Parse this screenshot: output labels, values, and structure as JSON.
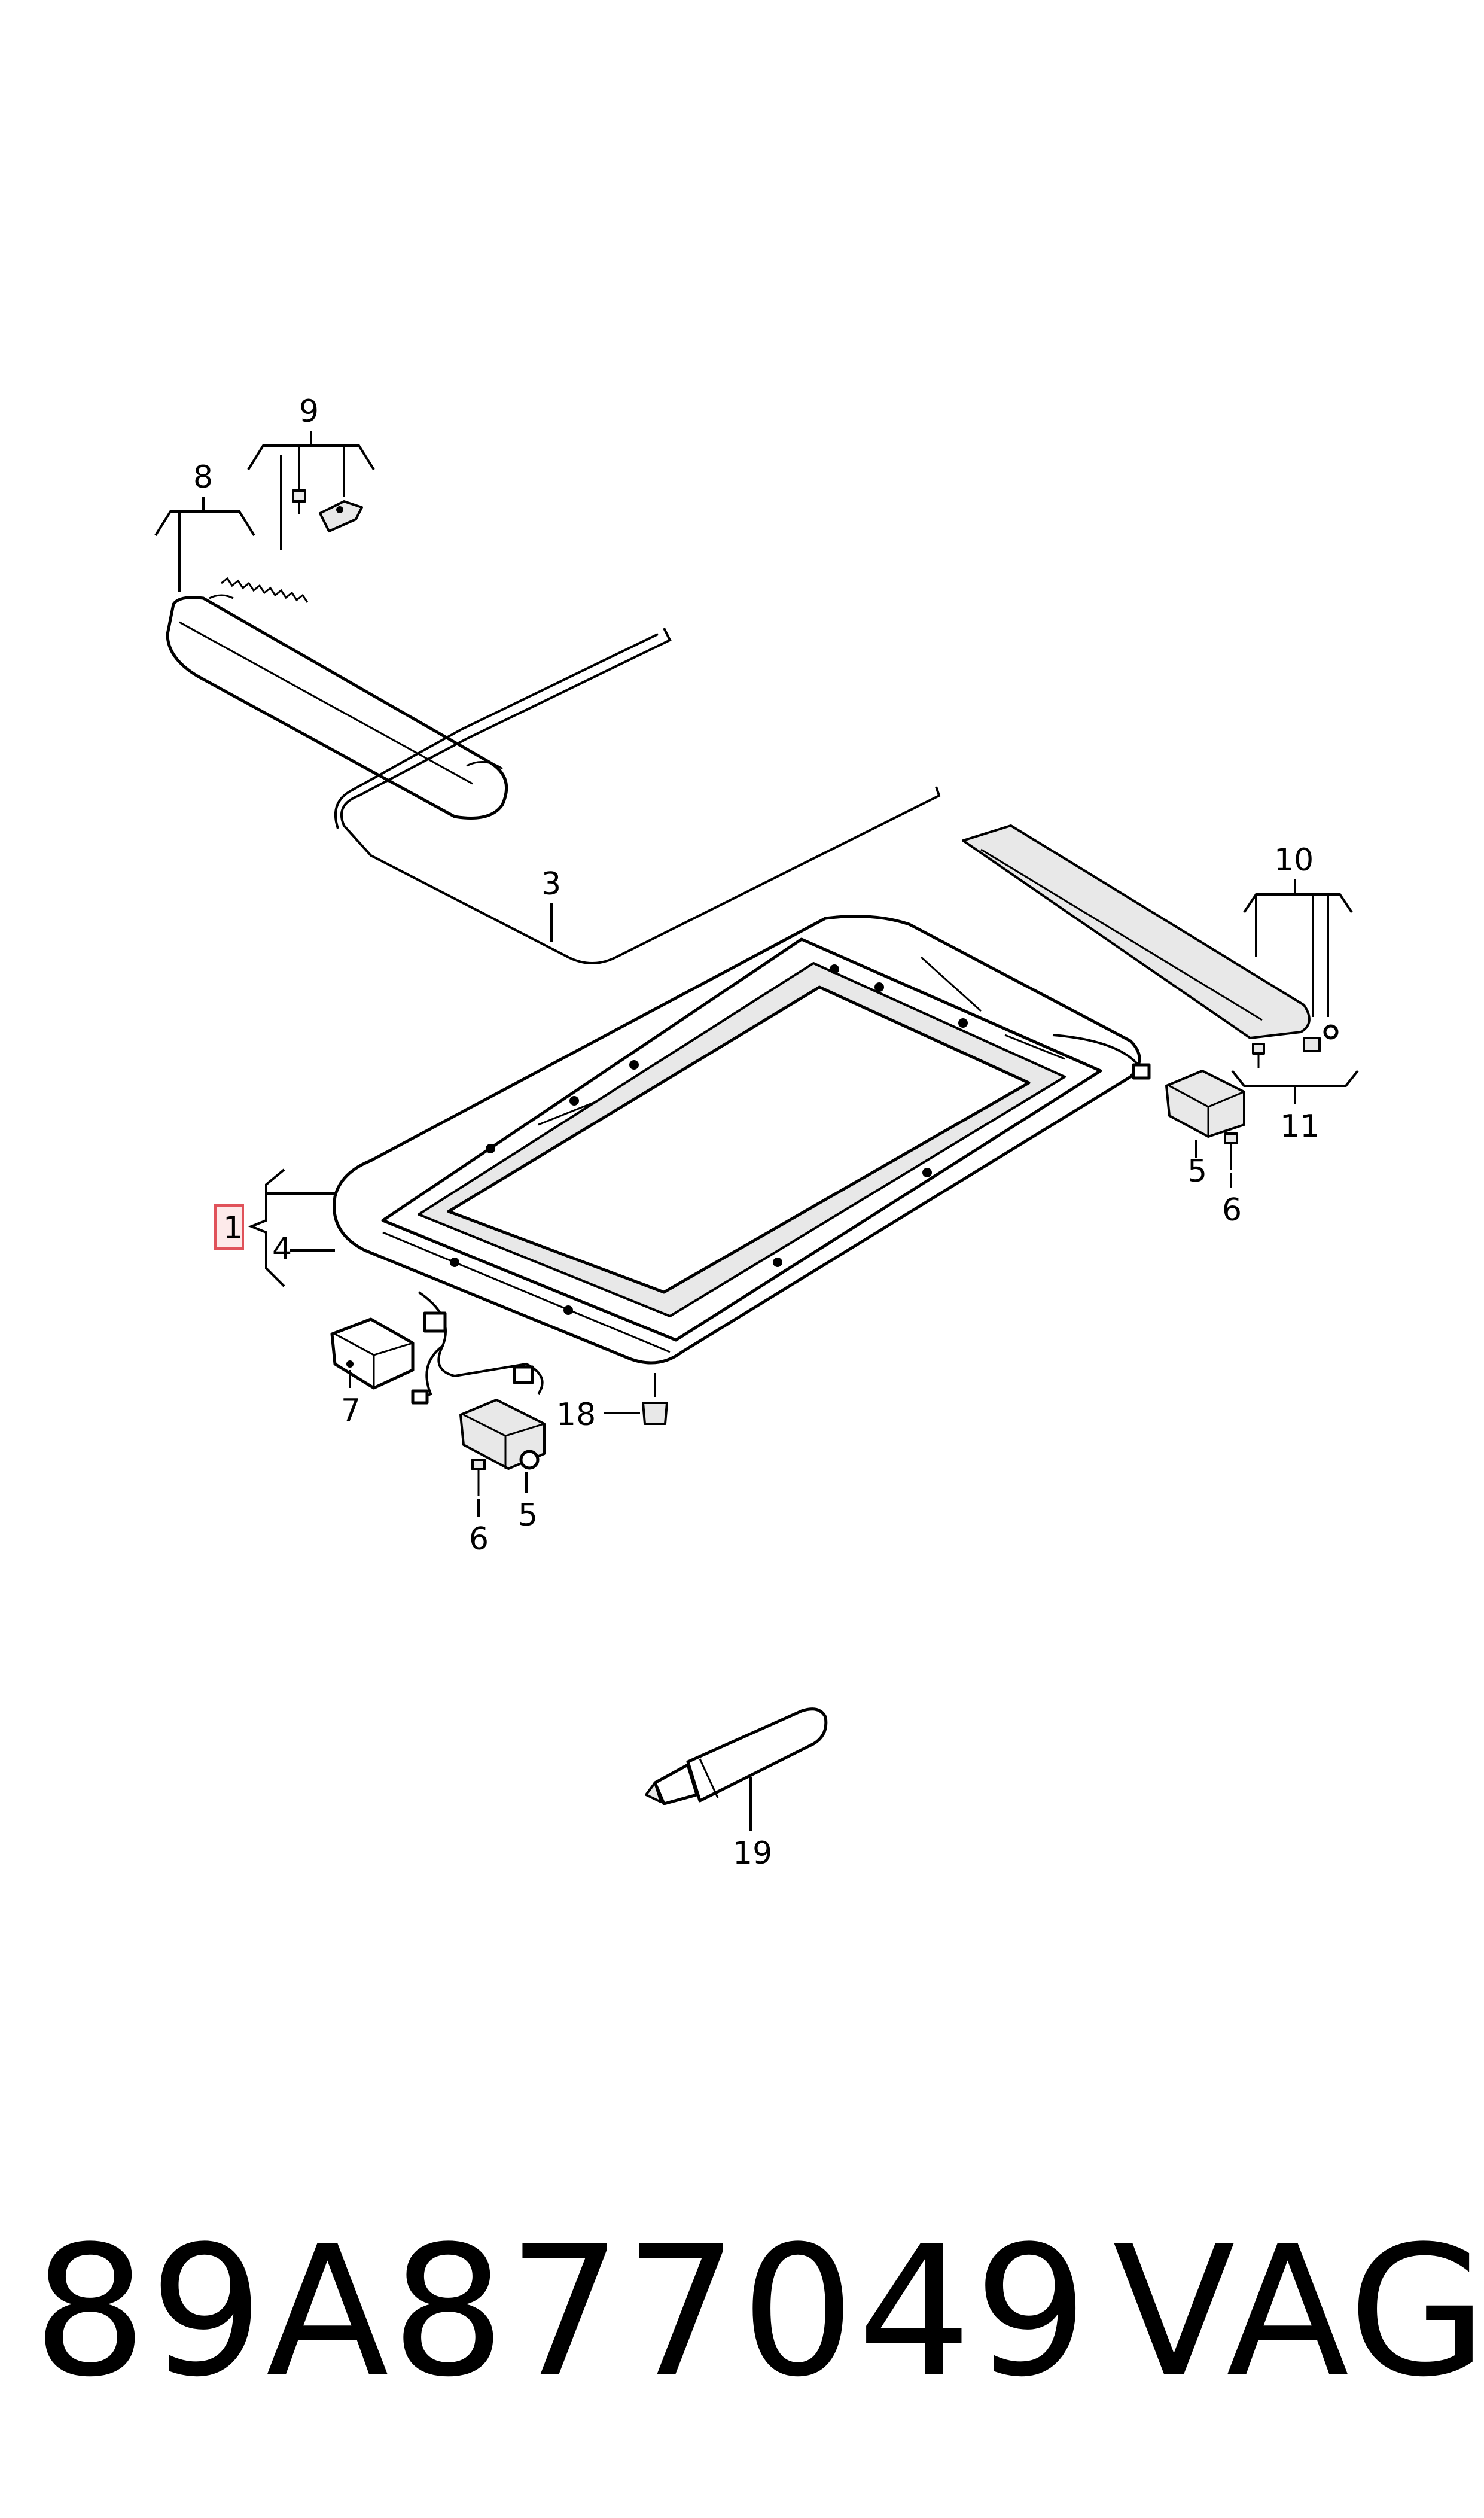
{
  "callouts": {
    "c1": "1",
    "c3": "3",
    "c4": "4",
    "c5a": "5",
    "c5b": "5",
    "c6a": "6",
    "c6b": "6",
    "c7": "7",
    "c8": "8",
    "c9": "9",
    "c10": "10",
    "c11": "11",
    "c18": "18",
    "c19": "19"
  },
  "highlight_color": "#e0525a",
  "footer": {
    "part_number": "89A877049",
    "brand": "VAG"
  }
}
